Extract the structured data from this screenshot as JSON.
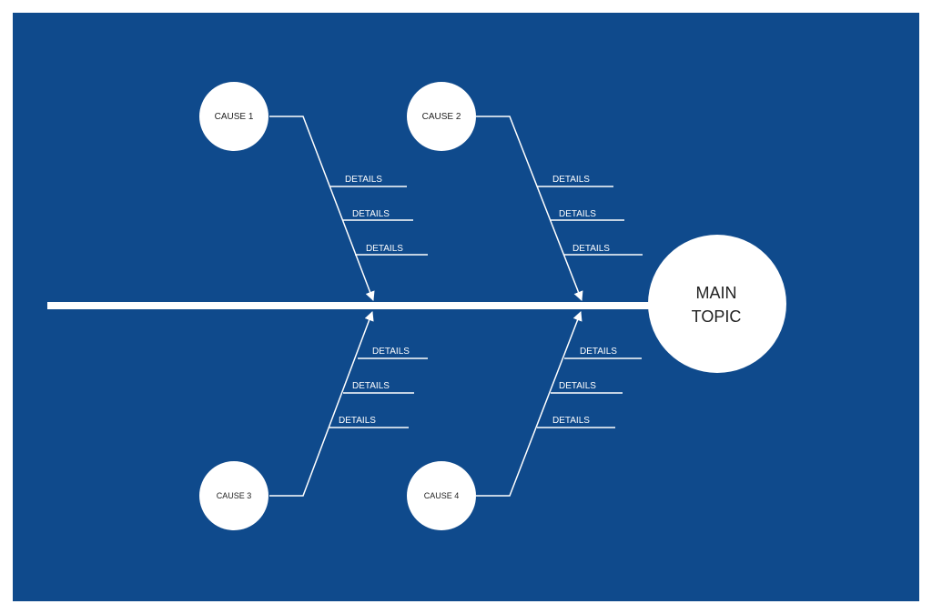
{
  "diagram": {
    "type": "fishbone",
    "main_topic": {
      "line1": "MAIN",
      "line2": "TOPIC"
    },
    "causes": [
      {
        "label": "CAUSE 1",
        "details": [
          "DETAILS",
          "DETAILS",
          "DETAILS"
        ]
      },
      {
        "label": "CAUSE 2",
        "details": [
          "DETAILS",
          "DETAILS",
          "DETAILS"
        ]
      },
      {
        "label": "CAUSE 3",
        "details": [
          "DETAILS",
          "DETAILS",
          "DETAILS"
        ]
      },
      {
        "label": "CAUSE 4",
        "details": [
          "DETAILS",
          "DETAILS",
          "DETAILS"
        ]
      }
    ]
  },
  "colors": {
    "background": "#0f4a8c",
    "foreground": "#ffffff",
    "circle_text": "#222222"
  }
}
